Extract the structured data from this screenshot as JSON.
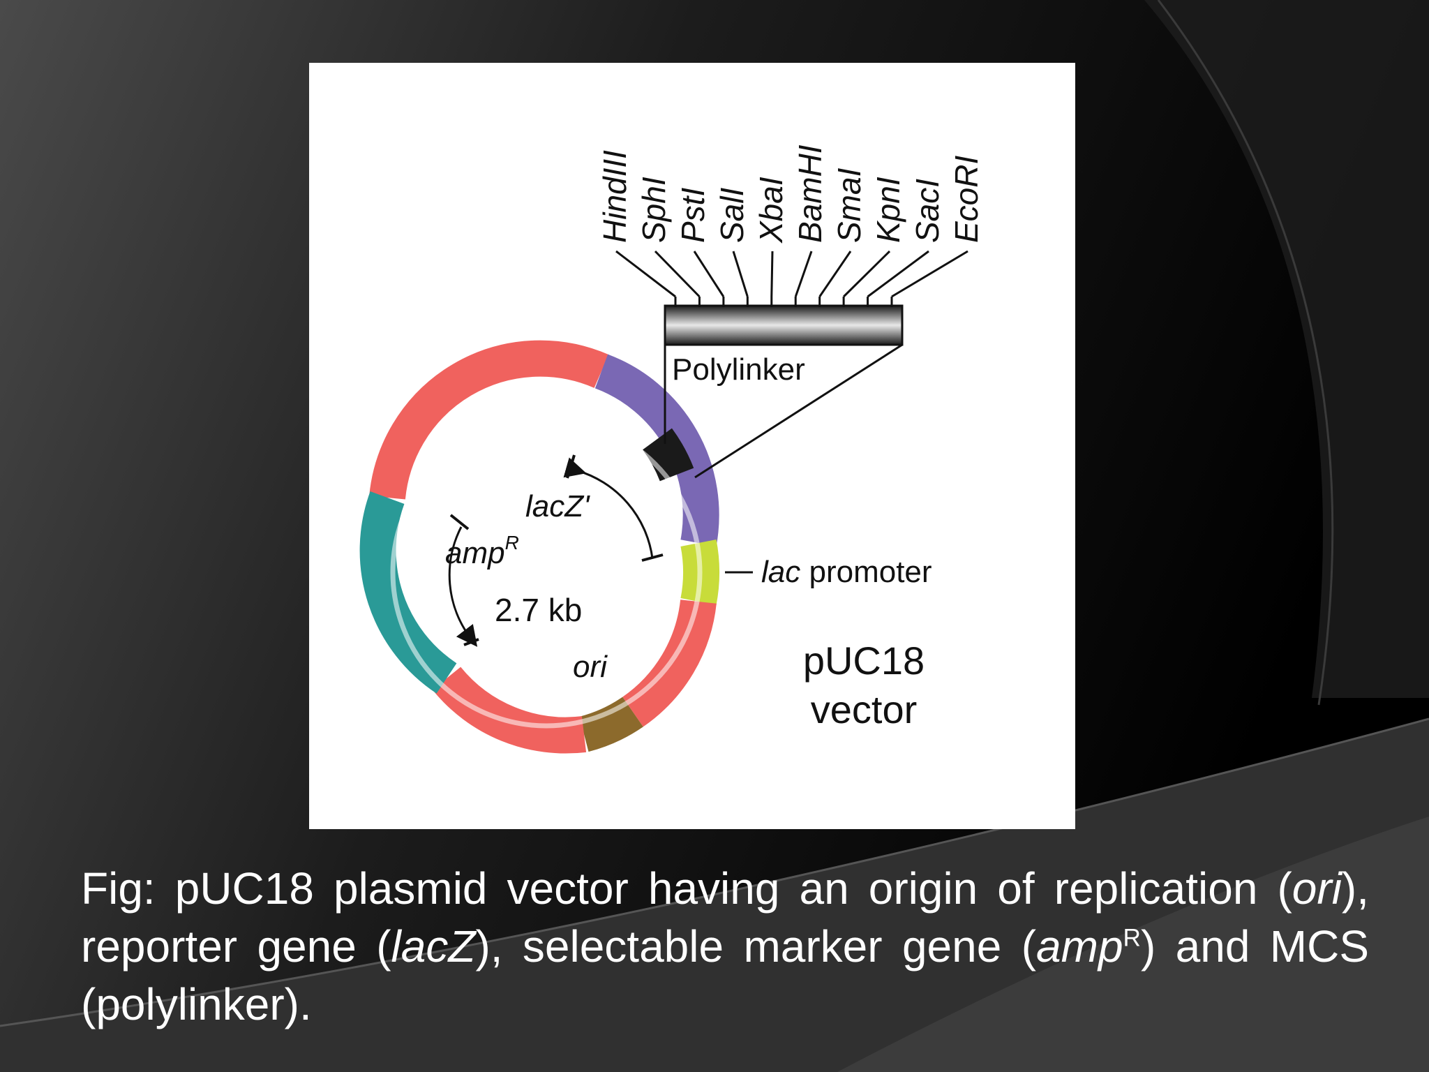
{
  "diagram": {
    "restriction_sites": [
      "HindIII",
      "SphI",
      "PstI",
      "SalI",
      "XbaI",
      "BamHI",
      "SmaI",
      "KpnI",
      "SacI",
      "EcoRI"
    ],
    "polylinker_label": "Polylinker",
    "lacZ_label": "lacZ'",
    "amp_label_base": "amp",
    "amp_label_sup": "R",
    "size_label": "2.7 kb",
    "ori_label": "ori",
    "promoter_label_italic": "lac",
    "promoter_label_rest": " promoter",
    "vector_name": "pUC18",
    "vector_word": "vector",
    "colors": {
      "backbone": "#f0625e",
      "lacZ": "#7a68b4",
      "ampR": "#2a9a97",
      "promoter": "#c8dc3a",
      "ori": "#8c6a2c",
      "mcs": "#1a1a1a"
    }
  },
  "caption": {
    "p1": "Fig: pUC18 plasmid vector having an origin of replication (",
    "ori": "ori",
    "p2": "), reporter gene (",
    "lacz": "lacZ",
    "p3": "), selectable marker gene (",
    "amp": "amp",
    "amp_sup": "R",
    "p4": ") and MCS (polylinker)."
  }
}
